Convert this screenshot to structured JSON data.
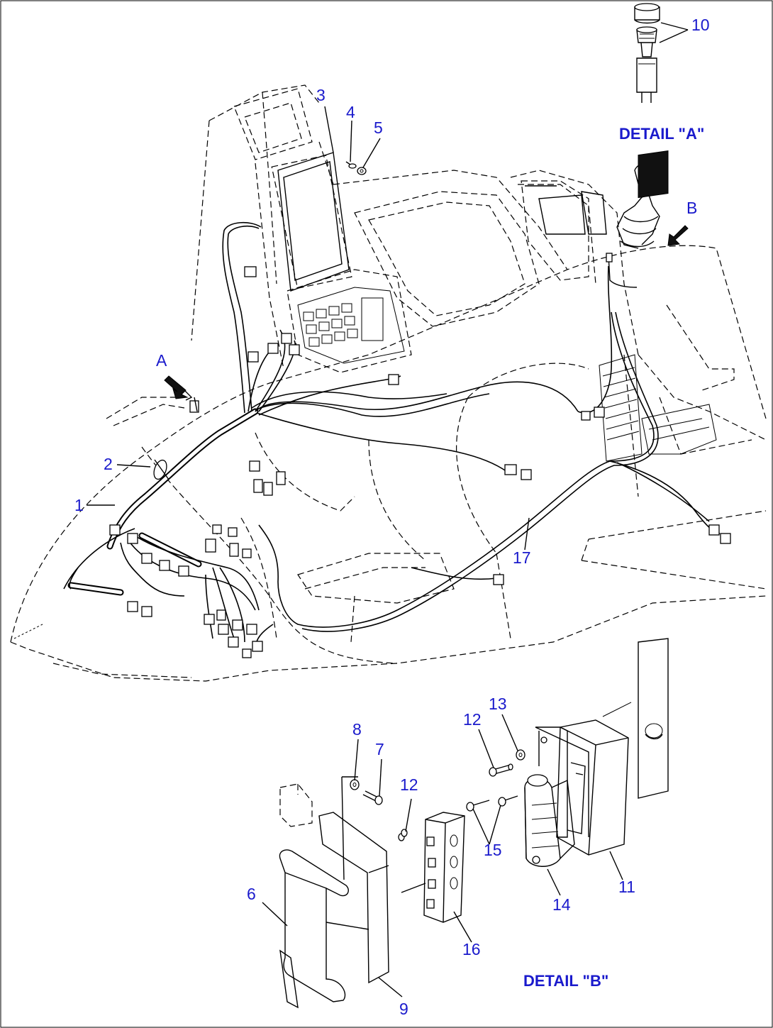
{
  "diagram": {
    "callouts": [
      {
        "id": "c1",
        "text": "1"
      },
      {
        "id": "c2",
        "text": "2"
      },
      {
        "id": "c3",
        "text": "3"
      },
      {
        "id": "c4",
        "text": "4"
      },
      {
        "id": "c5",
        "text": "5"
      },
      {
        "id": "c6",
        "text": "6"
      },
      {
        "id": "c7",
        "text": "7"
      },
      {
        "id": "c8",
        "text": "8"
      },
      {
        "id": "c9",
        "text": "9"
      },
      {
        "id": "c10",
        "text": "10"
      },
      {
        "id": "c11",
        "text": "11"
      },
      {
        "id": "c12a",
        "text": "12"
      },
      {
        "id": "c12b",
        "text": "12"
      },
      {
        "id": "c13",
        "text": "13"
      },
      {
        "id": "c14",
        "text": "14"
      },
      {
        "id": "c15",
        "text": "15"
      },
      {
        "id": "c16",
        "text": "16"
      },
      {
        "id": "c17",
        "text": "17"
      },
      {
        "id": "cA",
        "text": "A"
      },
      {
        "id": "cB",
        "text": "B"
      }
    ],
    "detail_a_label": "DETAIL \"A\"",
    "detail_b_label": "DETAIL \"B\"",
    "label_color": "#1a1acc",
    "line_color": "#000000"
  }
}
